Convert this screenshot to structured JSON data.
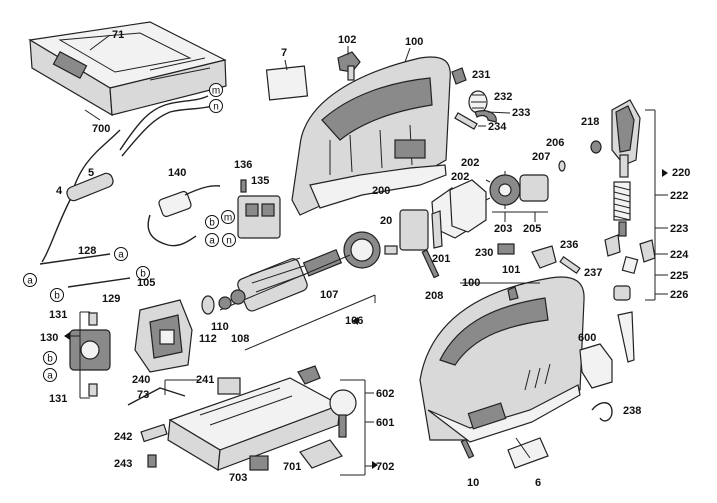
{
  "diagram": {
    "labels": [
      "71",
      "700",
      "7",
      "102",
      "100",
      "231",
      "232",
      "233",
      "234",
      "218",
      "206",
      "207",
      "220",
      "222",
      "223",
      "224",
      "225",
      "226",
      "5",
      "4",
      "140",
      "136",
      "135",
      "200",
      "202",
      "202",
      "203",
      "205",
      "20",
      "201",
      "230",
      "236",
      "237",
      "208",
      "101",
      "100",
      "128",
      "129",
      "105",
      "107",
      "106",
      "110",
      "112",
      "108",
      "131",
      "130",
      "131",
      "240",
      "73",
      "241",
      "242",
      "243",
      "703",
      "701",
      "602",
      "601",
      "702",
      "600",
      "238",
      "10",
      "6"
    ],
    "circle_labels": [
      "m",
      "n",
      "m",
      "b",
      "a",
      "n",
      "a",
      "a",
      "b",
      "b",
      "b",
      "a"
    ]
  }
}
